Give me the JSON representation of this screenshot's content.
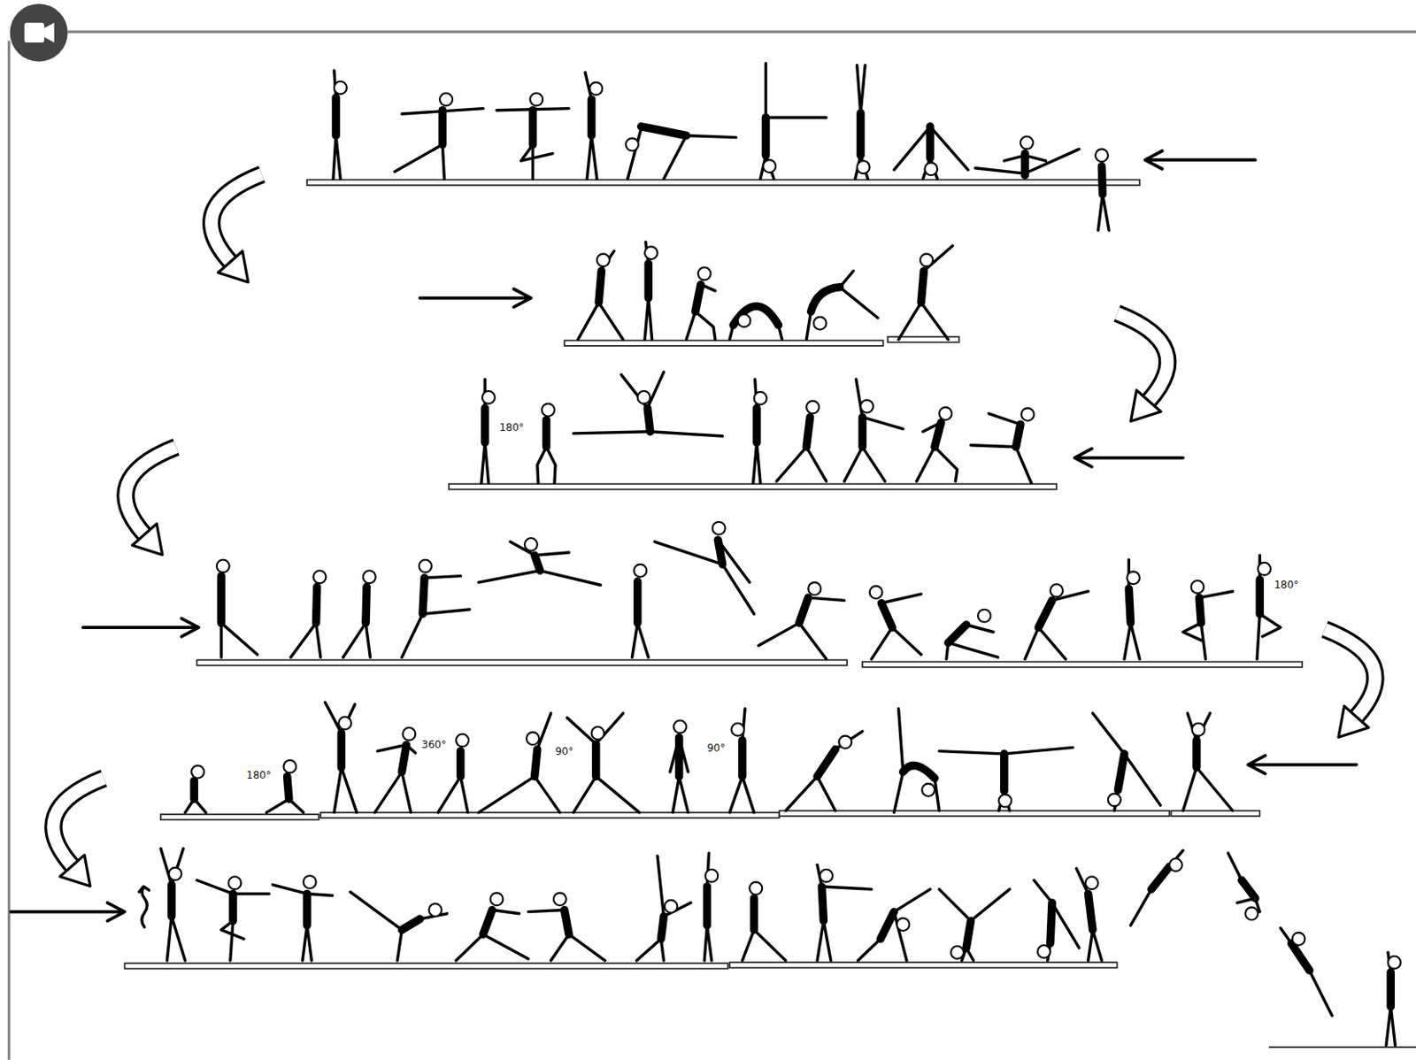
{
  "diagram": {
    "labels": [
      "180°",
      "180°",
      "180°",
      "360°",
      "90°",
      "90°"
    ]
  }
}
